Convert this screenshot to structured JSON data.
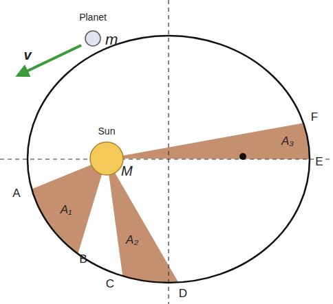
{
  "diagram": {
    "nodes": [
      {
        "text": [
          "Planet",
          "m"
        ]
      },
      {
        "text": [
          "Sun",
          "M"
        ]
      }
    ],
    "labels": [
      "v",
      "A",
      "B",
      "C",
      "D",
      "E",
      "F",
      "A₁",
      "A₂",
      "A₃"
    ]
  }
}
